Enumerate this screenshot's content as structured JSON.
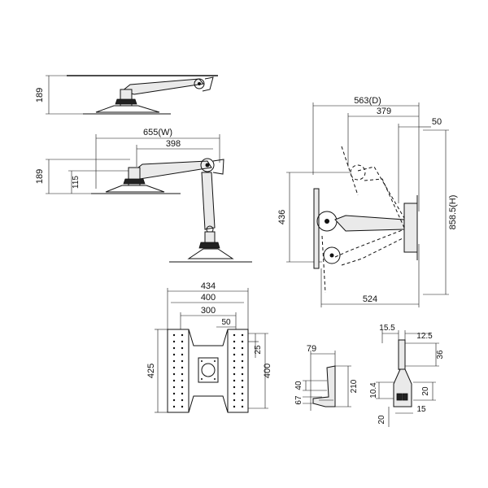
{
  "side_view_top": {
    "height": "189"
  },
  "side_view_full": {
    "width": "655(W)",
    "reach": "398",
    "height": "189",
    "height_inner": "115"
  },
  "tilt_view": {
    "depth": "563(D)",
    "reach": "379",
    "offset": "50",
    "range": "436",
    "height": "858.5(H)",
    "bottom": "524"
  },
  "plate": {
    "width_outer": "434",
    "width_mid": "400",
    "hole_spacing": "300",
    "hole_pitch": "50",
    "height_outer": "425",
    "height_inner": "400",
    "slot": "25"
  },
  "clamp_side": {
    "depth": "79",
    "height": "210",
    "lip": "40",
    "thickness": "67"
  },
  "clamp_front": {
    "top_left": "15.5",
    "top_right": "12.5",
    "upper": "36",
    "side": "10.4",
    "lower": "20",
    "base": "20",
    "base_right": "15"
  }
}
